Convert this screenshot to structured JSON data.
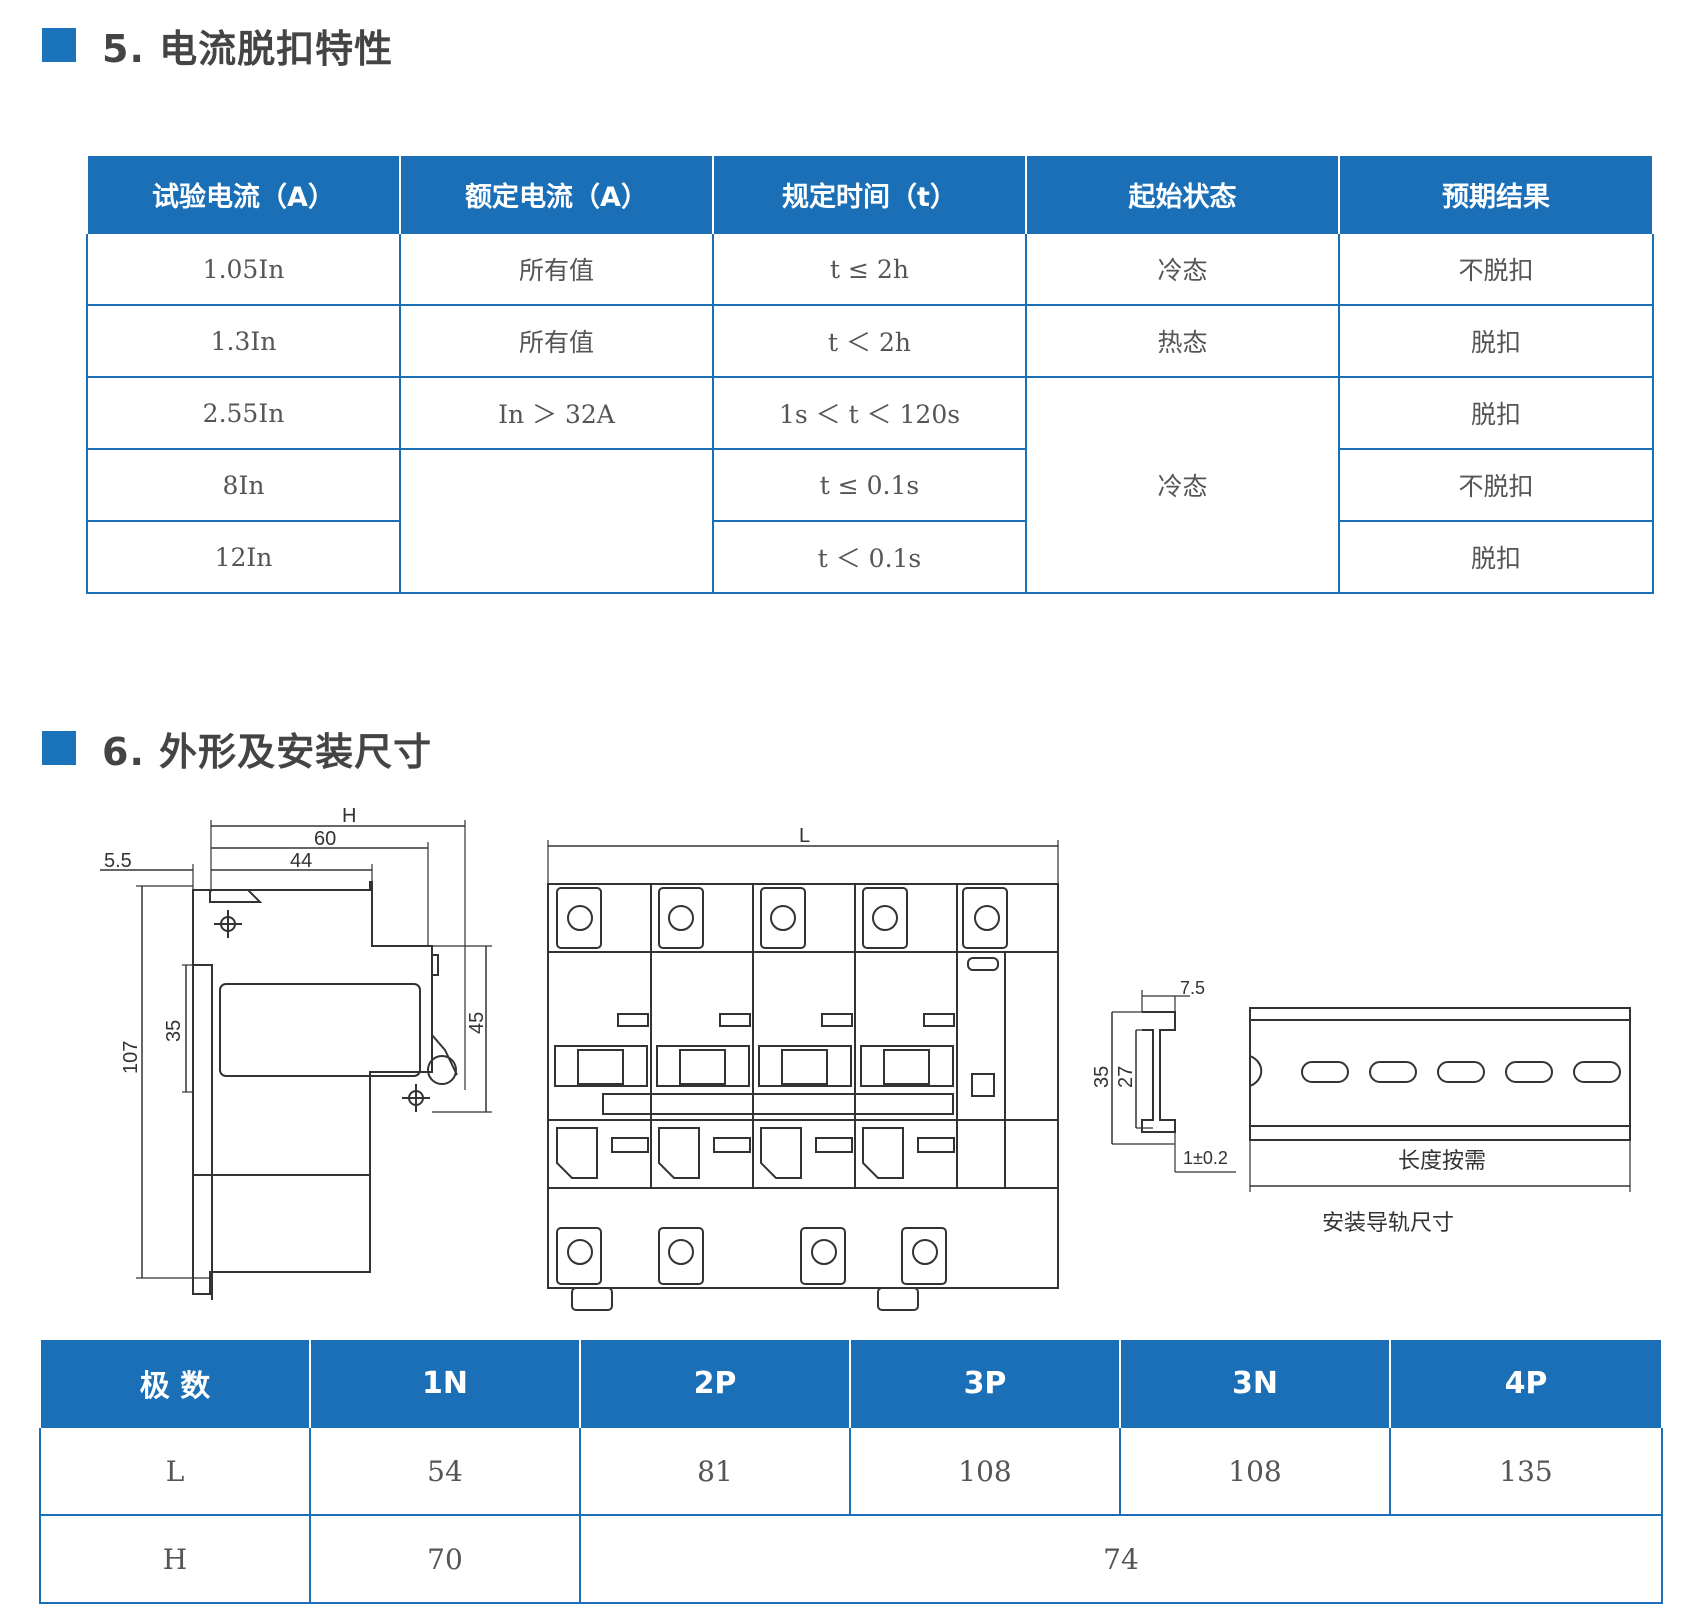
{
  "section5": {
    "title": "5. 电流脱扣特性"
  },
  "trip_table": {
    "headers": [
      "试验电流（A）",
      "额定电流（A）",
      "规定时间（t）",
      "起始状态",
      "预期结果"
    ],
    "rows": [
      [
        "1.05In",
        "所有值",
        "t ≤ 2h",
        "冷态",
        "不脱扣"
      ],
      [
        "1.3In",
        "所有值",
        "t ＜ 2h",
        "热态",
        "脱扣"
      ],
      [
        "2.55In",
        "In ＞ 32A",
        "1s ＜ t ＜ 120s",
        "冷态",
        "脱扣"
      ],
      [
        "8In",
        "",
        "t ≤ 0.1s",
        "",
        "不脱扣"
      ],
      [
        "12In",
        "",
        "t ＜ 0.1s",
        "",
        "脱扣"
      ]
    ]
  },
  "section6": {
    "title": "6. 外形及安装尺寸"
  },
  "drawings": {
    "side": {
      "H": "H",
      "d60": "60",
      "d44": "44",
      "d55": "5.5",
      "d107": "107",
      "d35": "35",
      "d45": "45"
    },
    "front": {
      "L": "L"
    },
    "rail": {
      "d75": "7.5",
      "d35": "35",
      "d27": "27",
      "d1": "1±0.2",
      "length": "长度按需",
      "caption": "安装导轨尺寸"
    }
  },
  "dims_table": {
    "headers": [
      "极 数",
      "1N",
      "2P",
      "3P",
      "3N",
      "4P"
    ],
    "row_L": [
      "L",
      "54",
      "81",
      "108",
      "108",
      "135"
    ],
    "row_H": [
      "H",
      "70",
      "74"
    ]
  },
  "colors": {
    "accent": "#1b6fb6",
    "title_square": "#1b73bc"
  }
}
